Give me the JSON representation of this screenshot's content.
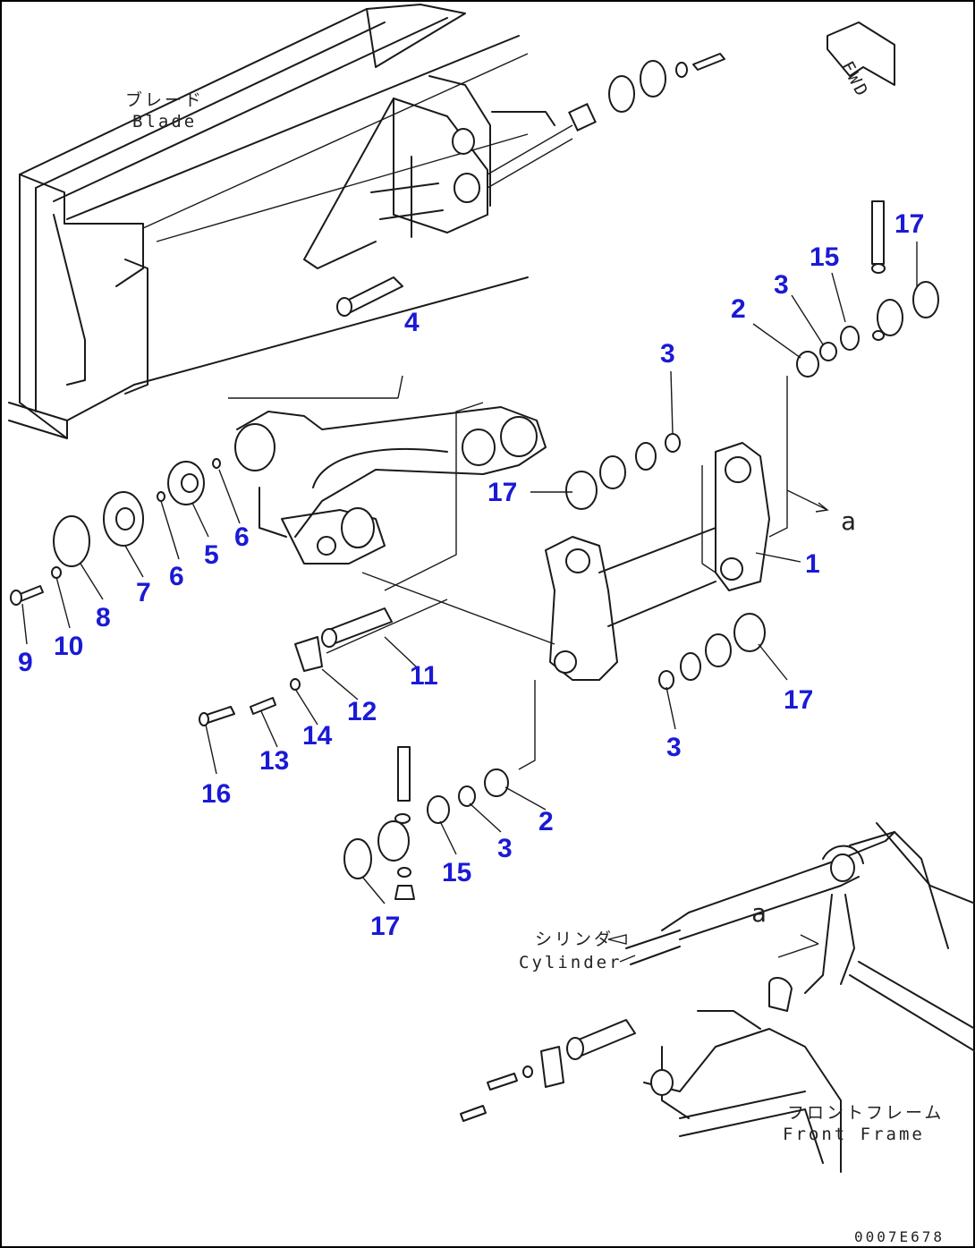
{
  "labels": {
    "blade_jp": "ブレード",
    "blade_en": "Blade",
    "fwd": "FWD",
    "cylinder_jp": "シリンダ",
    "cylinder_en": "Cylinder",
    "front_frame_jp": "フロントフレーム",
    "front_frame_en": "Front Frame",
    "view_a": "a",
    "view_a_detail": "a",
    "drawing_code": "0007E678"
  },
  "callouts": [
    "4",
    "17",
    "15",
    "3",
    "2",
    "3",
    "17",
    "5",
    "6",
    "6",
    "7",
    "8",
    "9",
    "10",
    "1",
    "11",
    "12",
    "14",
    "13",
    "16",
    "17",
    "3",
    "2",
    "3",
    "15",
    "17"
  ],
  "colors": {
    "callout": "#1a1ad6",
    "line": "#1a1a1a",
    "background": "#ffffff"
  }
}
